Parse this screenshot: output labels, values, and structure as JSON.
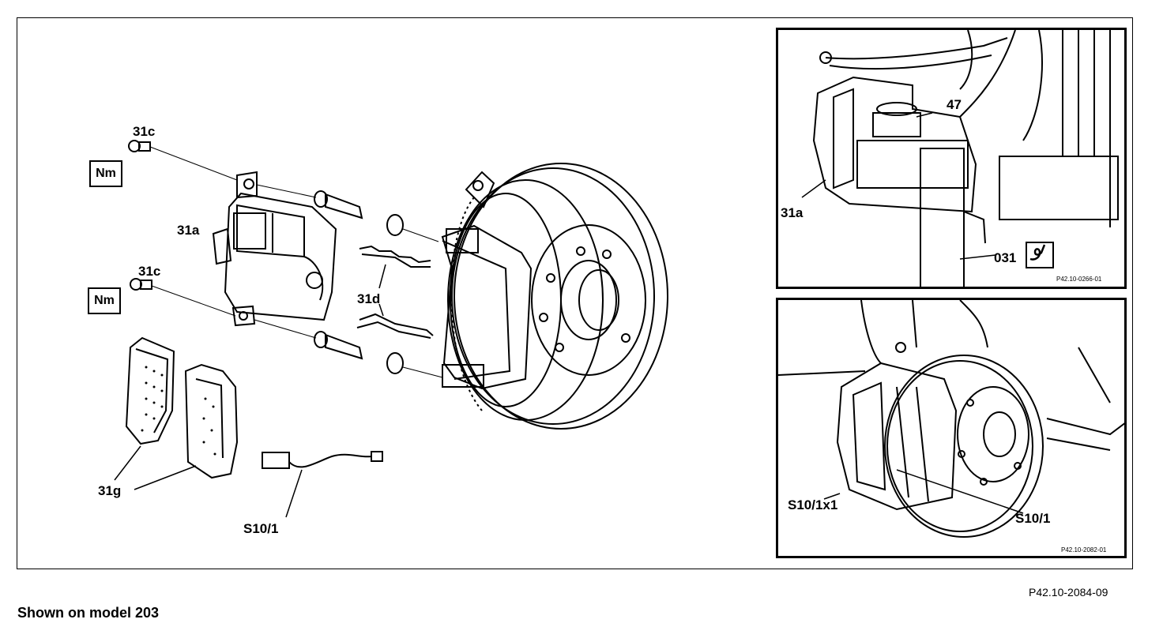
{
  "main": {
    "labels": {
      "c31_top": "31c",
      "c31_bottom": "31c",
      "a31": "31a",
      "d31": "31d",
      "g31": "31g",
      "s10_1": "S10/1"
    },
    "torque_symbol": "Nm"
  },
  "inset_top": {
    "labels": {
      "n47": "47",
      "a31": "31a",
      "n031": "031"
    },
    "tool_symbol": "&#x2713;",
    "ref": "P42.10-0266-01"
  },
  "inset_bottom": {
    "labels": {
      "s10_1x1": "S10/1x1",
      "s10_1": "S10/1"
    },
    "ref": "P42.10-2082-01"
  },
  "figure_ref": "P42.10-2084-09",
  "caption": "Shown on model 203"
}
